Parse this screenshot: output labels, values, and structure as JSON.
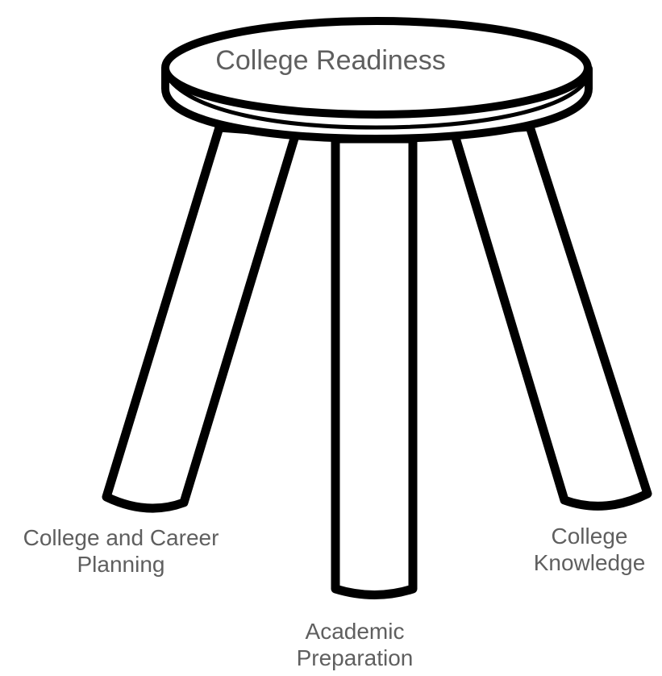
{
  "seat": {
    "label": "College Readiness"
  },
  "legs": {
    "left": {
      "line1": "College and Career",
      "line2": "Planning"
    },
    "center": {
      "line1": "Academic",
      "line2": "Preparation"
    },
    "right": {
      "line1": "College",
      "line2": "Knowledge"
    }
  },
  "colors": {
    "stroke": "#000000",
    "fill": "#ffffff",
    "text": "#5f5f5f"
  }
}
